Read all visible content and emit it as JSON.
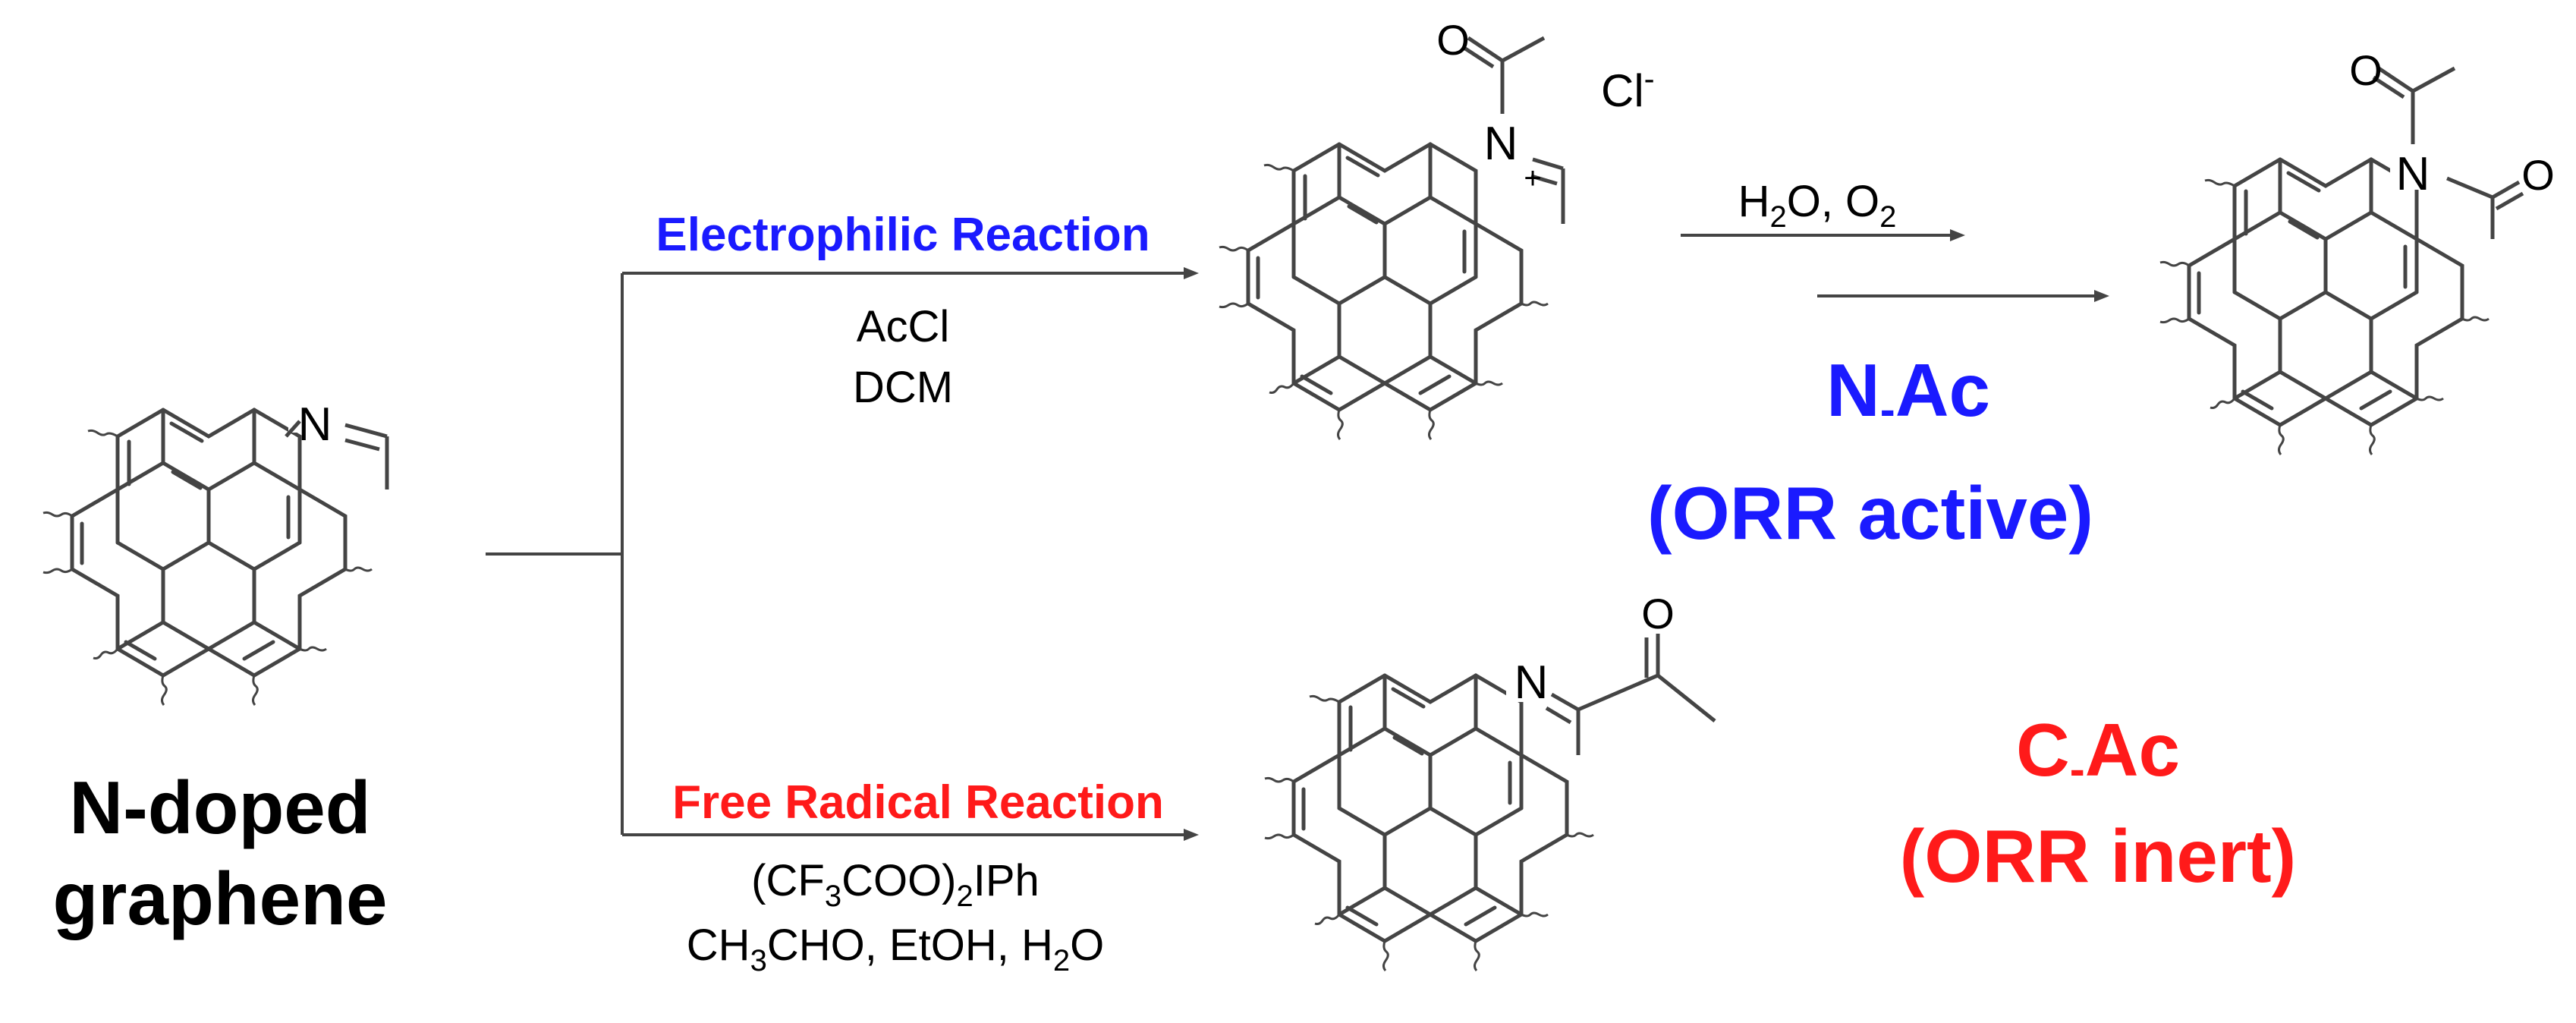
{
  "starting_material": {
    "label_line1": "N-doped",
    "label_line2": "graphene",
    "n_atom": "N"
  },
  "top_route": {
    "reaction_name": "Electrophilic Reaction",
    "reagent1": "AcCl",
    "reagent2": "DCM",
    "intermediate": {
      "n_atom": "N",
      "charge": "+",
      "counterion": "Cl",
      "counterion_charge": "-",
      "acetyl_o": "O"
    },
    "step2": {
      "reagent_h2o_main": "H",
      "reagent_h2o_sub": "2",
      "reagent_h2o_end": "O, O",
      "reagent_o2_sub": "2"
    },
    "product": {
      "name_main": "N",
      "name_sub": "-",
      "name_end": "Ac",
      "activity": "(ORR active)",
      "n_atom": "N",
      "acetyl_o": "O",
      "carbonyl_o": "O"
    }
  },
  "bottom_route": {
    "reaction_name": "Free Radical Reaction",
    "reagent1_parts": [
      "(CF",
      "3",
      "COO)",
      "2",
      "IPh"
    ],
    "reagent2_parts": [
      "CH",
      "3",
      "CHO, EtOH, H",
      "2",
      "O"
    ],
    "product": {
      "name_main": "C",
      "name_sub": "-",
      "name_end": "Ac",
      "activity": "(ORR inert)",
      "n_atom": "N",
      "acetyl_o": "O"
    }
  },
  "colors": {
    "electrophilic": "#1a1aff",
    "radical": "#ff1a1a",
    "ink": "#000000",
    "bond": "#444444"
  }
}
